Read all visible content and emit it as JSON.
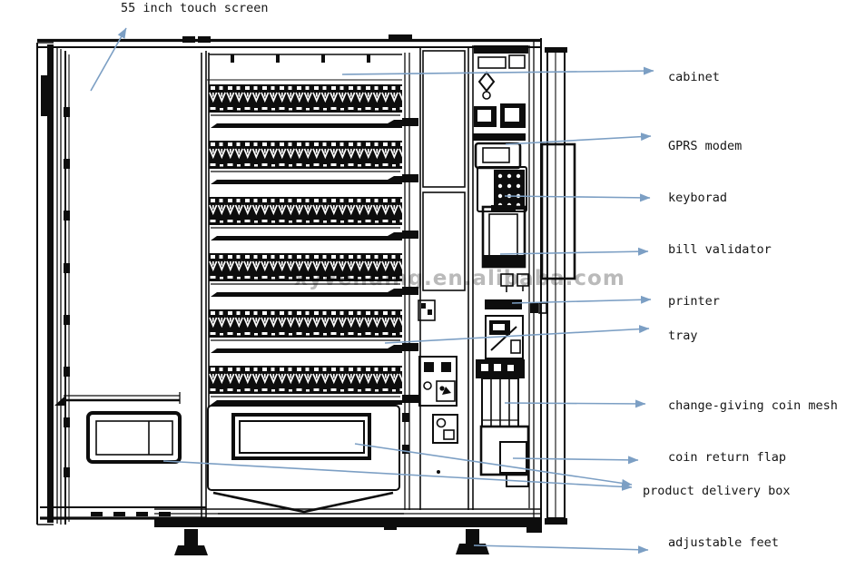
{
  "diagram": {
    "watermark": "xyvending.en.alibaba.com",
    "labels": {
      "touch_screen": "55 inch touch screen",
      "cabinet": "cabinet",
      "gprs_modem": "GPRS modem",
      "keyboard": "keyborad",
      "bill_validator": "bill validator",
      "printer": "printer",
      "tray": "tray",
      "coin_mesh": "change-giving coin mesh",
      "coin_return_flap": "coin return flap",
      "product_delivery_box": "product delivery box",
      "adjustable_feet": "adjustable feet"
    },
    "colors": {
      "leader_line": "#7C9FC4",
      "drawing_ink": "#0d0d0d",
      "watermark_gray": "#aeaeae",
      "background": "#ffffff"
    }
  }
}
